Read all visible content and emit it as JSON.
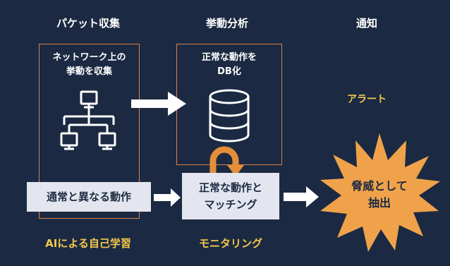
{
  "columns": {
    "col1": "パケット収集",
    "col2": "挙動分析",
    "col3": "通知"
  },
  "collect": {
    "line1": "ネットワーク上の",
    "line2": "挙動を収集"
  },
  "db": {
    "line1": "正常な動作を",
    "line2": "DB化"
  },
  "alert_label": "アラート",
  "anomaly_box": "通常と異なる動作",
  "match_box": {
    "line1": "正常な動作と",
    "line2": "マッチング"
  },
  "threat": {
    "line1": "脅威として",
    "line2": "抽出"
  },
  "bottom": {
    "ai_label": "AIによる自己学習",
    "monitoring_label": "モニタリング"
  },
  "colors": {
    "background": "#1b2a42",
    "frame_orange": "#d9824a",
    "accent_yellow": "#f2c84b",
    "burst_orange": "#f0a24a",
    "box_light": "#e3e6ee"
  },
  "icons": [
    "network-tree-icon",
    "database-icon",
    "loop-arrow-icon",
    "right-arrow-icon",
    "burst-icon"
  ]
}
